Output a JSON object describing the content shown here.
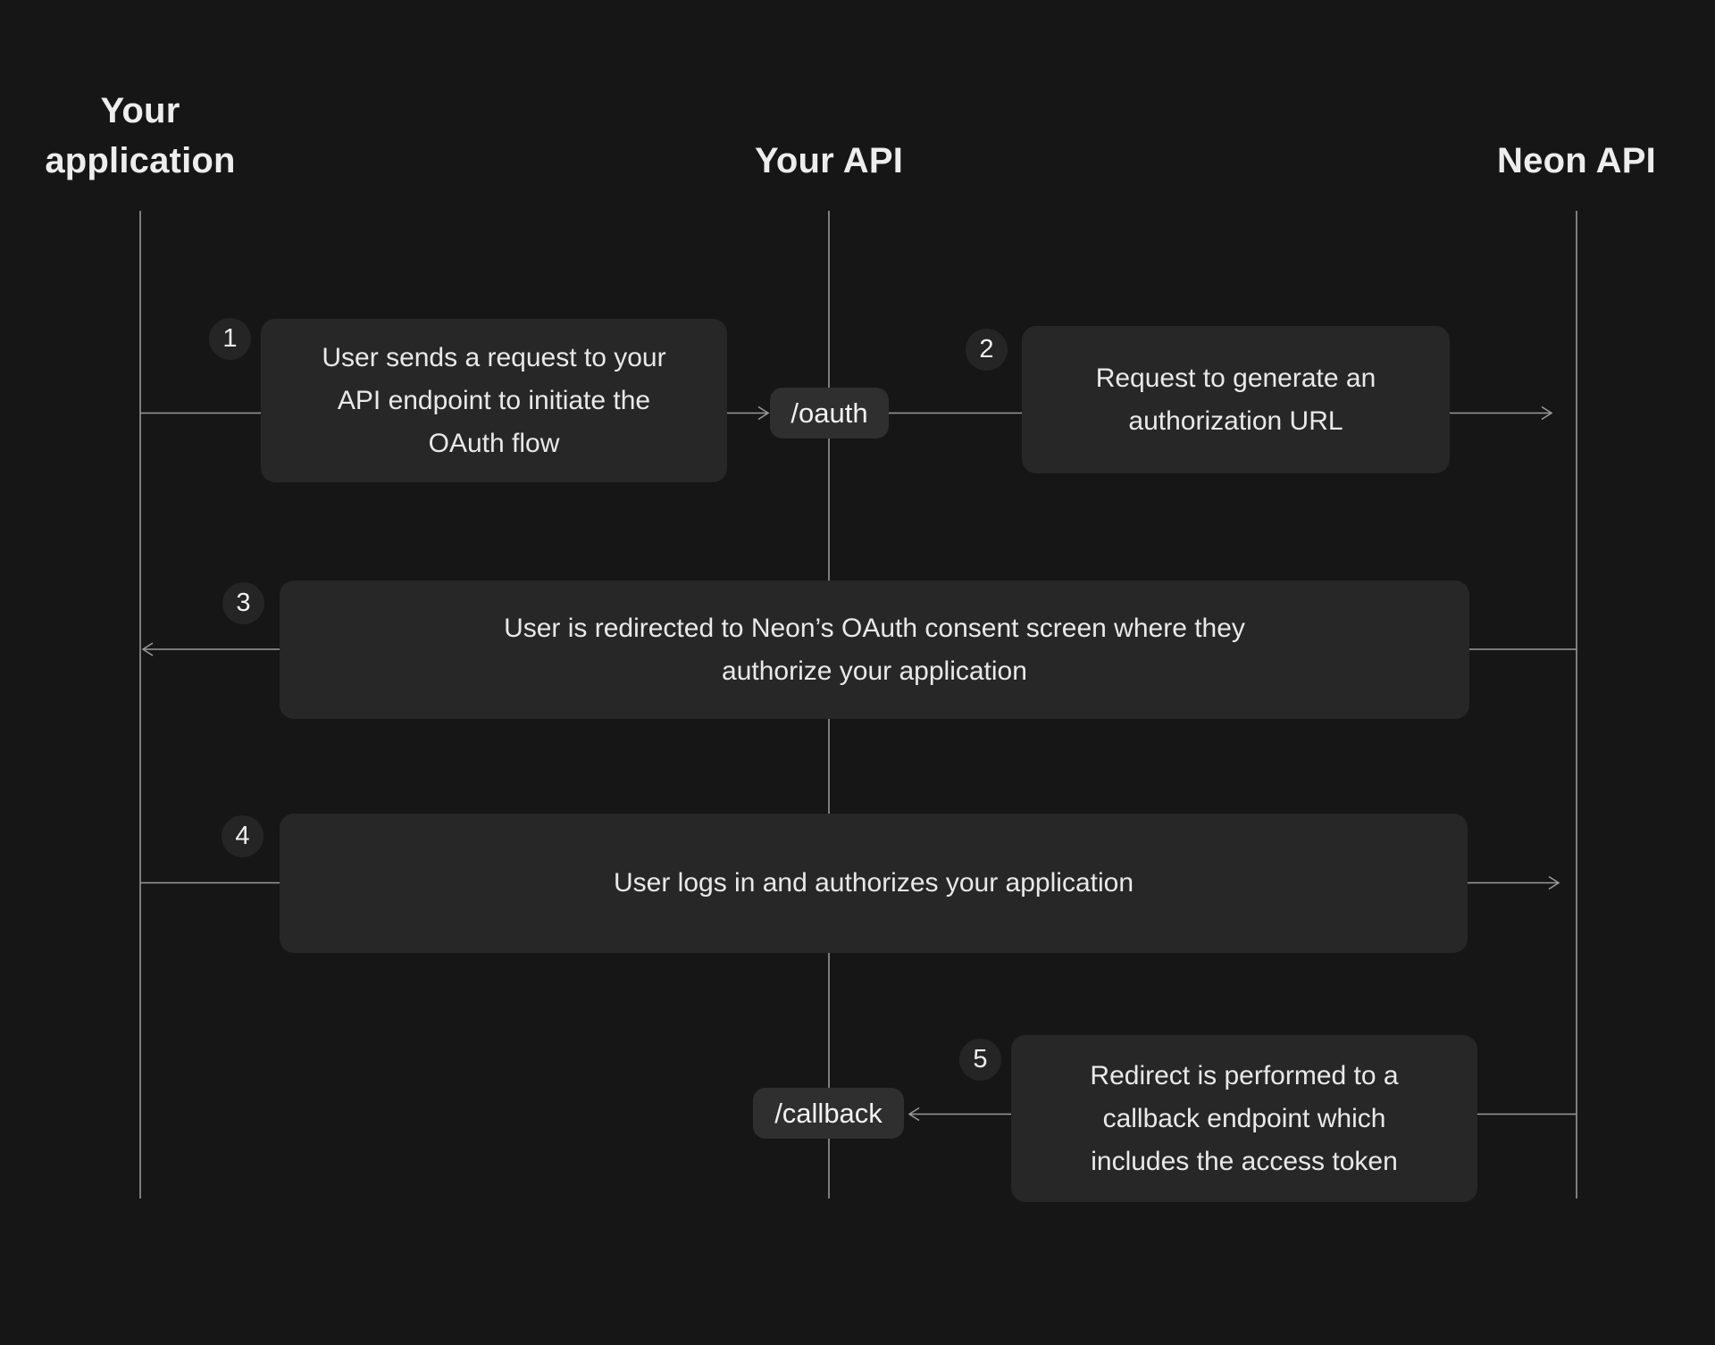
{
  "lanes": [
    {
      "label": "Your application"
    },
    {
      "label": "Your API"
    },
    {
      "label": "Neon API"
    }
  ],
  "endpoints": {
    "oauth_label": "/oauth",
    "callback_label": "/callback"
  },
  "steps": [
    {
      "number": "1",
      "text": "User sends a request to your API endpoint to initiate the OAuth flow",
      "from": "Your application",
      "to": "Your API"
    },
    {
      "number": "2",
      "text": "Request to generate an authorization URL",
      "from": "Your API",
      "to": "Neon API"
    },
    {
      "number": "3",
      "text": "User is redirected to Neon’s OAuth consent screen where they authorize your application",
      "from": "Neon API",
      "to": "Your application"
    },
    {
      "number": "4",
      "text": "User logs in and authorizes your application",
      "from": "Your application",
      "to": "Neon API"
    },
    {
      "number": "5",
      "text": "Redirect is performed to a callback endpoint which includes the access token",
      "from": "Neon API",
      "to": "Your API"
    }
  ],
  "colors": {
    "background": "#161616",
    "box": "#272727",
    "pill": "#2f2f2f",
    "badge": "#252525",
    "lifeline": "#7d7d7d",
    "connector": "#9a9a9a",
    "text": "#ebebeb"
  }
}
